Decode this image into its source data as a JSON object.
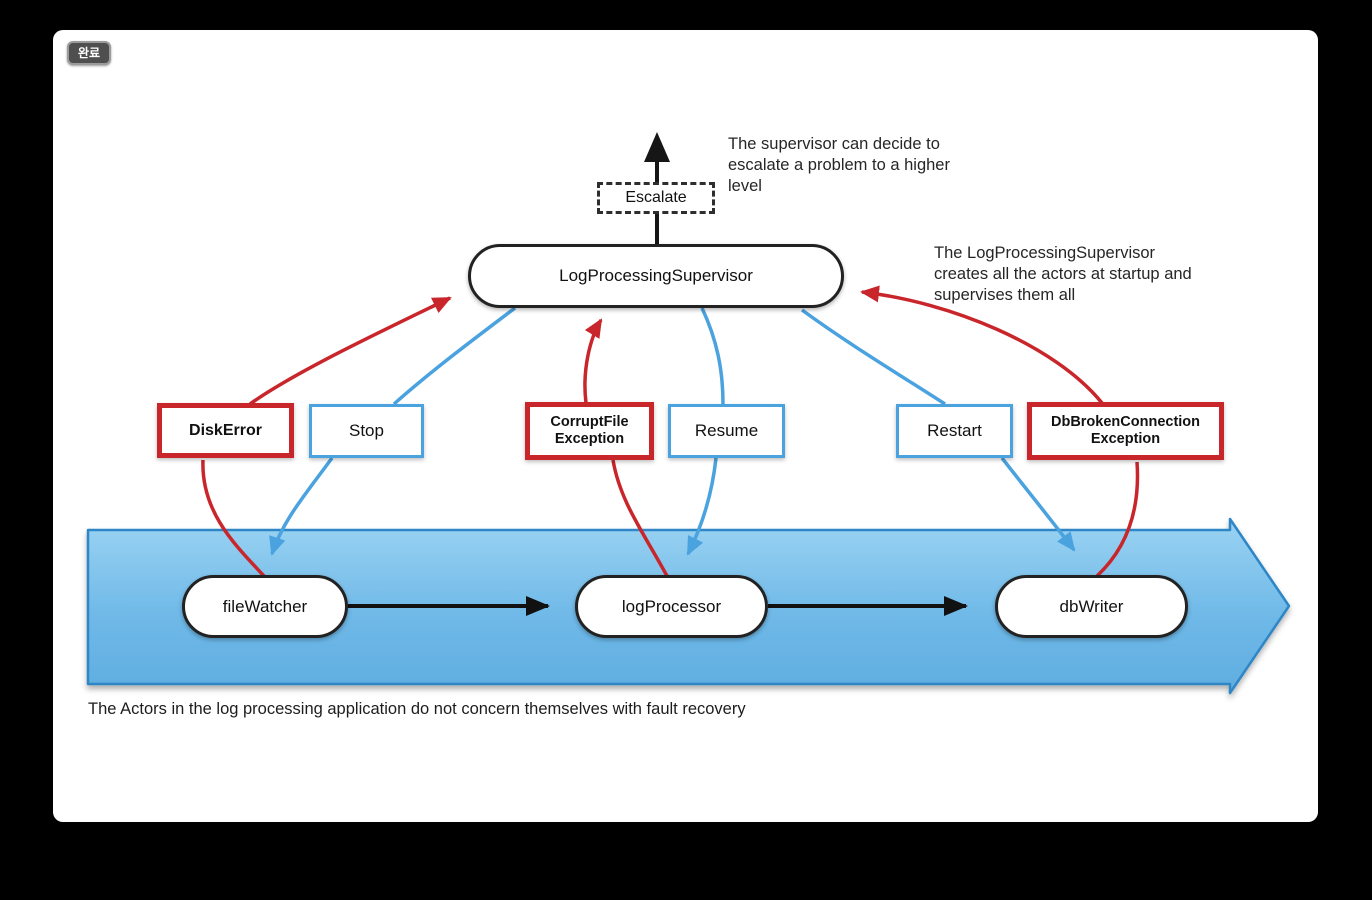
{
  "badge": {
    "label": "완료"
  },
  "diagram": {
    "escalate": {
      "label": "Escalate"
    },
    "supervisor": {
      "label": "LogProcessingSupervisor"
    },
    "notes": {
      "escalate_note": "The supervisor can decide to escalate a problem to a higher level",
      "supervisor_note": "The LogProcessingSupervisor creates all the actors at startup and supervises them all",
      "caption": "The Actors in the log processing application do not concern themselves with fault recovery"
    },
    "messages": [
      {
        "id": "disk-error",
        "label": "DiskError",
        "type": "failure"
      },
      {
        "id": "stop",
        "label": "Stop",
        "type": "directive"
      },
      {
        "id": "corrupt-file-exception",
        "line1": "CorruptFile",
        "line2": "Exception",
        "type": "failure"
      },
      {
        "id": "resume",
        "label": "Resume",
        "type": "directive"
      },
      {
        "id": "restart",
        "label": "Restart",
        "type": "directive"
      },
      {
        "id": "db-broken-connection-exception",
        "line1": "DbBrokenConnection",
        "line2": "Exception",
        "type": "failure"
      }
    ],
    "actors": [
      {
        "label": "fileWatcher"
      },
      {
        "label": "logProcessor"
      },
      {
        "label": "dbWriter"
      }
    ],
    "colors": {
      "failure_red": "#c9262c",
      "directive_blue": "#4aa2df",
      "band_border": "#2f86c6",
      "band_fill_top": "#98d0f0",
      "band_fill_bottom": "#61b0e2",
      "node_border": "#222222"
    }
  }
}
